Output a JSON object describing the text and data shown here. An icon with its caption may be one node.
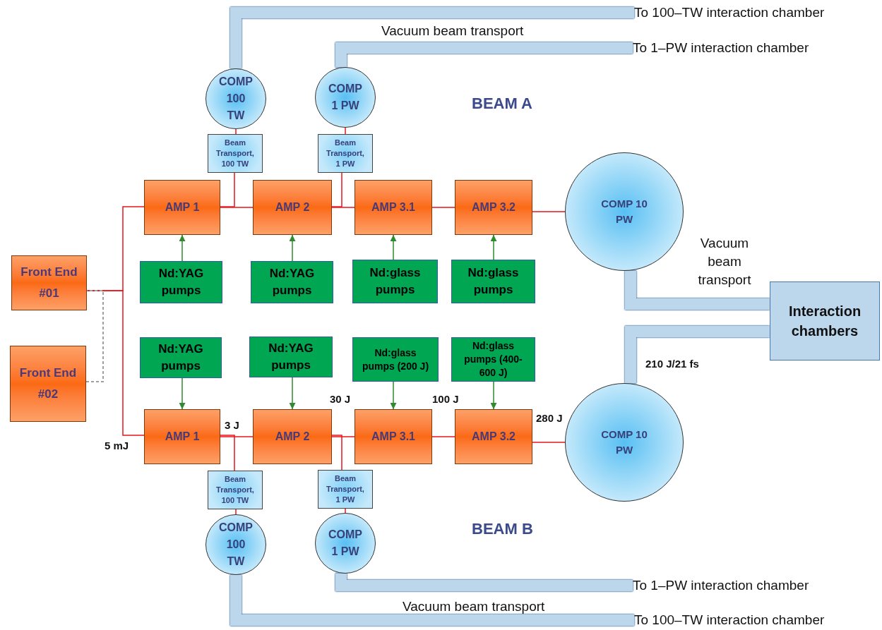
{
  "diagram": {
    "nodes": [
      {
        "text": [
          "Front End #01"
        ]
      },
      {
        "text": [
          "Front End #02"
        ]
      },
      {
        "text": [
          "COMP 100 TW"
        ]
      },
      {
        "text": [
          "COMP 1 PW"
        ]
      },
      {
        "text": [
          "Beam Transport, 100 TW"
        ]
      },
      {
        "text": [
          "Beam Transport, 1 PW"
        ]
      },
      {
        "text": [
          "AMP 1"
        ]
      },
      {
        "text": [
          "AMP 2"
        ]
      },
      {
        "text": [
          "AMP 3.1"
        ]
      },
      {
        "text": [
          "AMP 3.2"
        ]
      },
      {
        "text": [
          "COMP 10 PW"
        ]
      },
      {
        "text": [
          "Nd:YAG pumps"
        ]
      },
      {
        "text": [
          "Nd:YAG pumps"
        ]
      },
      {
        "text": [
          "Nd:glass pumps"
        ]
      },
      {
        "text": [
          "Nd:glass pumps"
        ]
      },
      {
        "text": [
          "Nd:YAG pumps"
        ]
      },
      {
        "text": [
          "Nd:YAG pumps"
        ]
      },
      {
        "text": [
          "Nd:glass pumps (200 J)"
        ]
      },
      {
        "text": [
          "Nd:glass pumps (400-600 J)"
        ]
      },
      {
        "text": [
          "AMP 1"
        ]
      },
      {
        "text": [
          "AMP 2"
        ]
      },
      {
        "text": [
          "AMP 3.1"
        ]
      },
      {
        "text": [
          "AMP 3.2"
        ]
      },
      {
        "text": [
          "COMP 10 PW"
        ]
      },
      {
        "text": [
          "Beam Transport, 100 TW"
        ]
      },
      {
        "text": [
          "Beam Transport, 1 PW"
        ]
      },
      {
        "text": [
          "COMP 100 TW"
        ]
      },
      {
        "text": [
          "COMP 1 PW"
        ]
      },
      {
        "text": [
          "Interaction chambers"
        ]
      },
      {
        "text": [
          "To 100–TW interaction chamber"
        ]
      },
      {
        "text": [
          "To 1–PW interaction chamber"
        ]
      },
      {
        "text": [
          "To 1–PW interaction chamber"
        ]
      },
      {
        "text": [
          "To 100–TW interaction chamber"
        ]
      }
    ],
    "edges": [
      {
        "from": 0,
        "to": 6,
        "arrow": "none"
      },
      {
        "from": 0,
        "to": 19,
        "arrow": "none"
      },
      {
        "from": 1,
        "to": 0,
        "arrow": "none",
        "style": "dashed",
        "color": "#a0a0a0"
      },
      {
        "from": 6,
        "to": 7,
        "arrow": "none"
      },
      {
        "from": 7,
        "to": 8,
        "arrow": "none"
      },
      {
        "from": 8,
        "to": 9,
        "arrow": "none"
      },
      {
        "from": 9,
        "to": 10,
        "arrow": "none"
      },
      {
        "from": 6,
        "to": 4,
        "arrow": "none"
      },
      {
        "from": 4,
        "to": 2,
        "arrow": "none"
      },
      {
        "from": 7,
        "to": 5,
        "arrow": "none"
      },
      {
        "from": 5,
        "to": 3,
        "arrow": "none"
      },
      {
        "from": 11,
        "to": 6,
        "arrow": "to",
        "color": "#2e8b2e"
      },
      {
        "from": 12,
        "to": 7,
        "arrow": "to",
        "color": "#2e8b2e"
      },
      {
        "from": 13,
        "to": 8,
        "arrow": "to",
        "color": "#2e8b2e"
      },
      {
        "from": 14,
        "to": 9,
        "arrow": "to",
        "color": "#2e8b2e"
      },
      {
        "from": 15,
        "to": 19,
        "arrow": "to",
        "color": "#2e8b2e"
      },
      {
        "from": 16,
        "to": 20,
        "arrow": "to",
        "color": "#2e8b2e"
      },
      {
        "from": 17,
        "to": 21,
        "arrow": "to",
        "color": "#2e8b2e"
      },
      {
        "from": 18,
        "to": 22,
        "arrow": "to",
        "color": "#2e8b2e"
      },
      {
        "from": 19,
        "to": 20,
        "arrow": "none"
      },
      {
        "from": 20,
        "to": 21,
        "arrow": "none"
      },
      {
        "from": 21,
        "to": 22,
        "arrow": "none"
      },
      {
        "from": 22,
        "to": 23,
        "arrow": "none"
      },
      {
        "from": 19,
        "to": 24,
        "arrow": "none"
      },
      {
        "from": 24,
        "to": 26,
        "arrow": "none"
      },
      {
        "from": 20,
        "to": 25,
        "arrow": "none"
      },
      {
        "from": 25,
        "to": 27,
        "arrow": "none"
      },
      {
        "from": 2,
        "to": 29,
        "arrow": "none",
        "style": "thick",
        "color": "#bcd6ec"
      },
      {
        "from": 3,
        "to": 30,
        "arrow": "none",
        "style": "thick",
        "color": "#bcd6ec"
      },
      {
        "from": 10,
        "to": 28,
        "arrow": "none",
        "style": "thick",
        "color": "#bcd6ec"
      },
      {
        "from": 23,
        "to": 28,
        "arrow": "none",
        "style": "thick",
        "color": "#bcd6ec"
      },
      {
        "from": 27,
        "to": 31,
        "arrow": "none",
        "style": "thick",
        "color": "#bcd6ec"
      },
      {
        "from": 26,
        "to": 32,
        "arrow": "none",
        "style": "thick",
        "color": "#bcd6ec"
      }
    ],
    "labels": [
      "Vacuum beam transport",
      "BEAM A",
      "Vacuum beam transport",
      "210 J/21 fs",
      "5 mJ",
      "3 J",
      "30 J",
      "100 J",
      "280 J",
      "BEAM B",
      "Vacuum beam transport"
    ]
  }
}
